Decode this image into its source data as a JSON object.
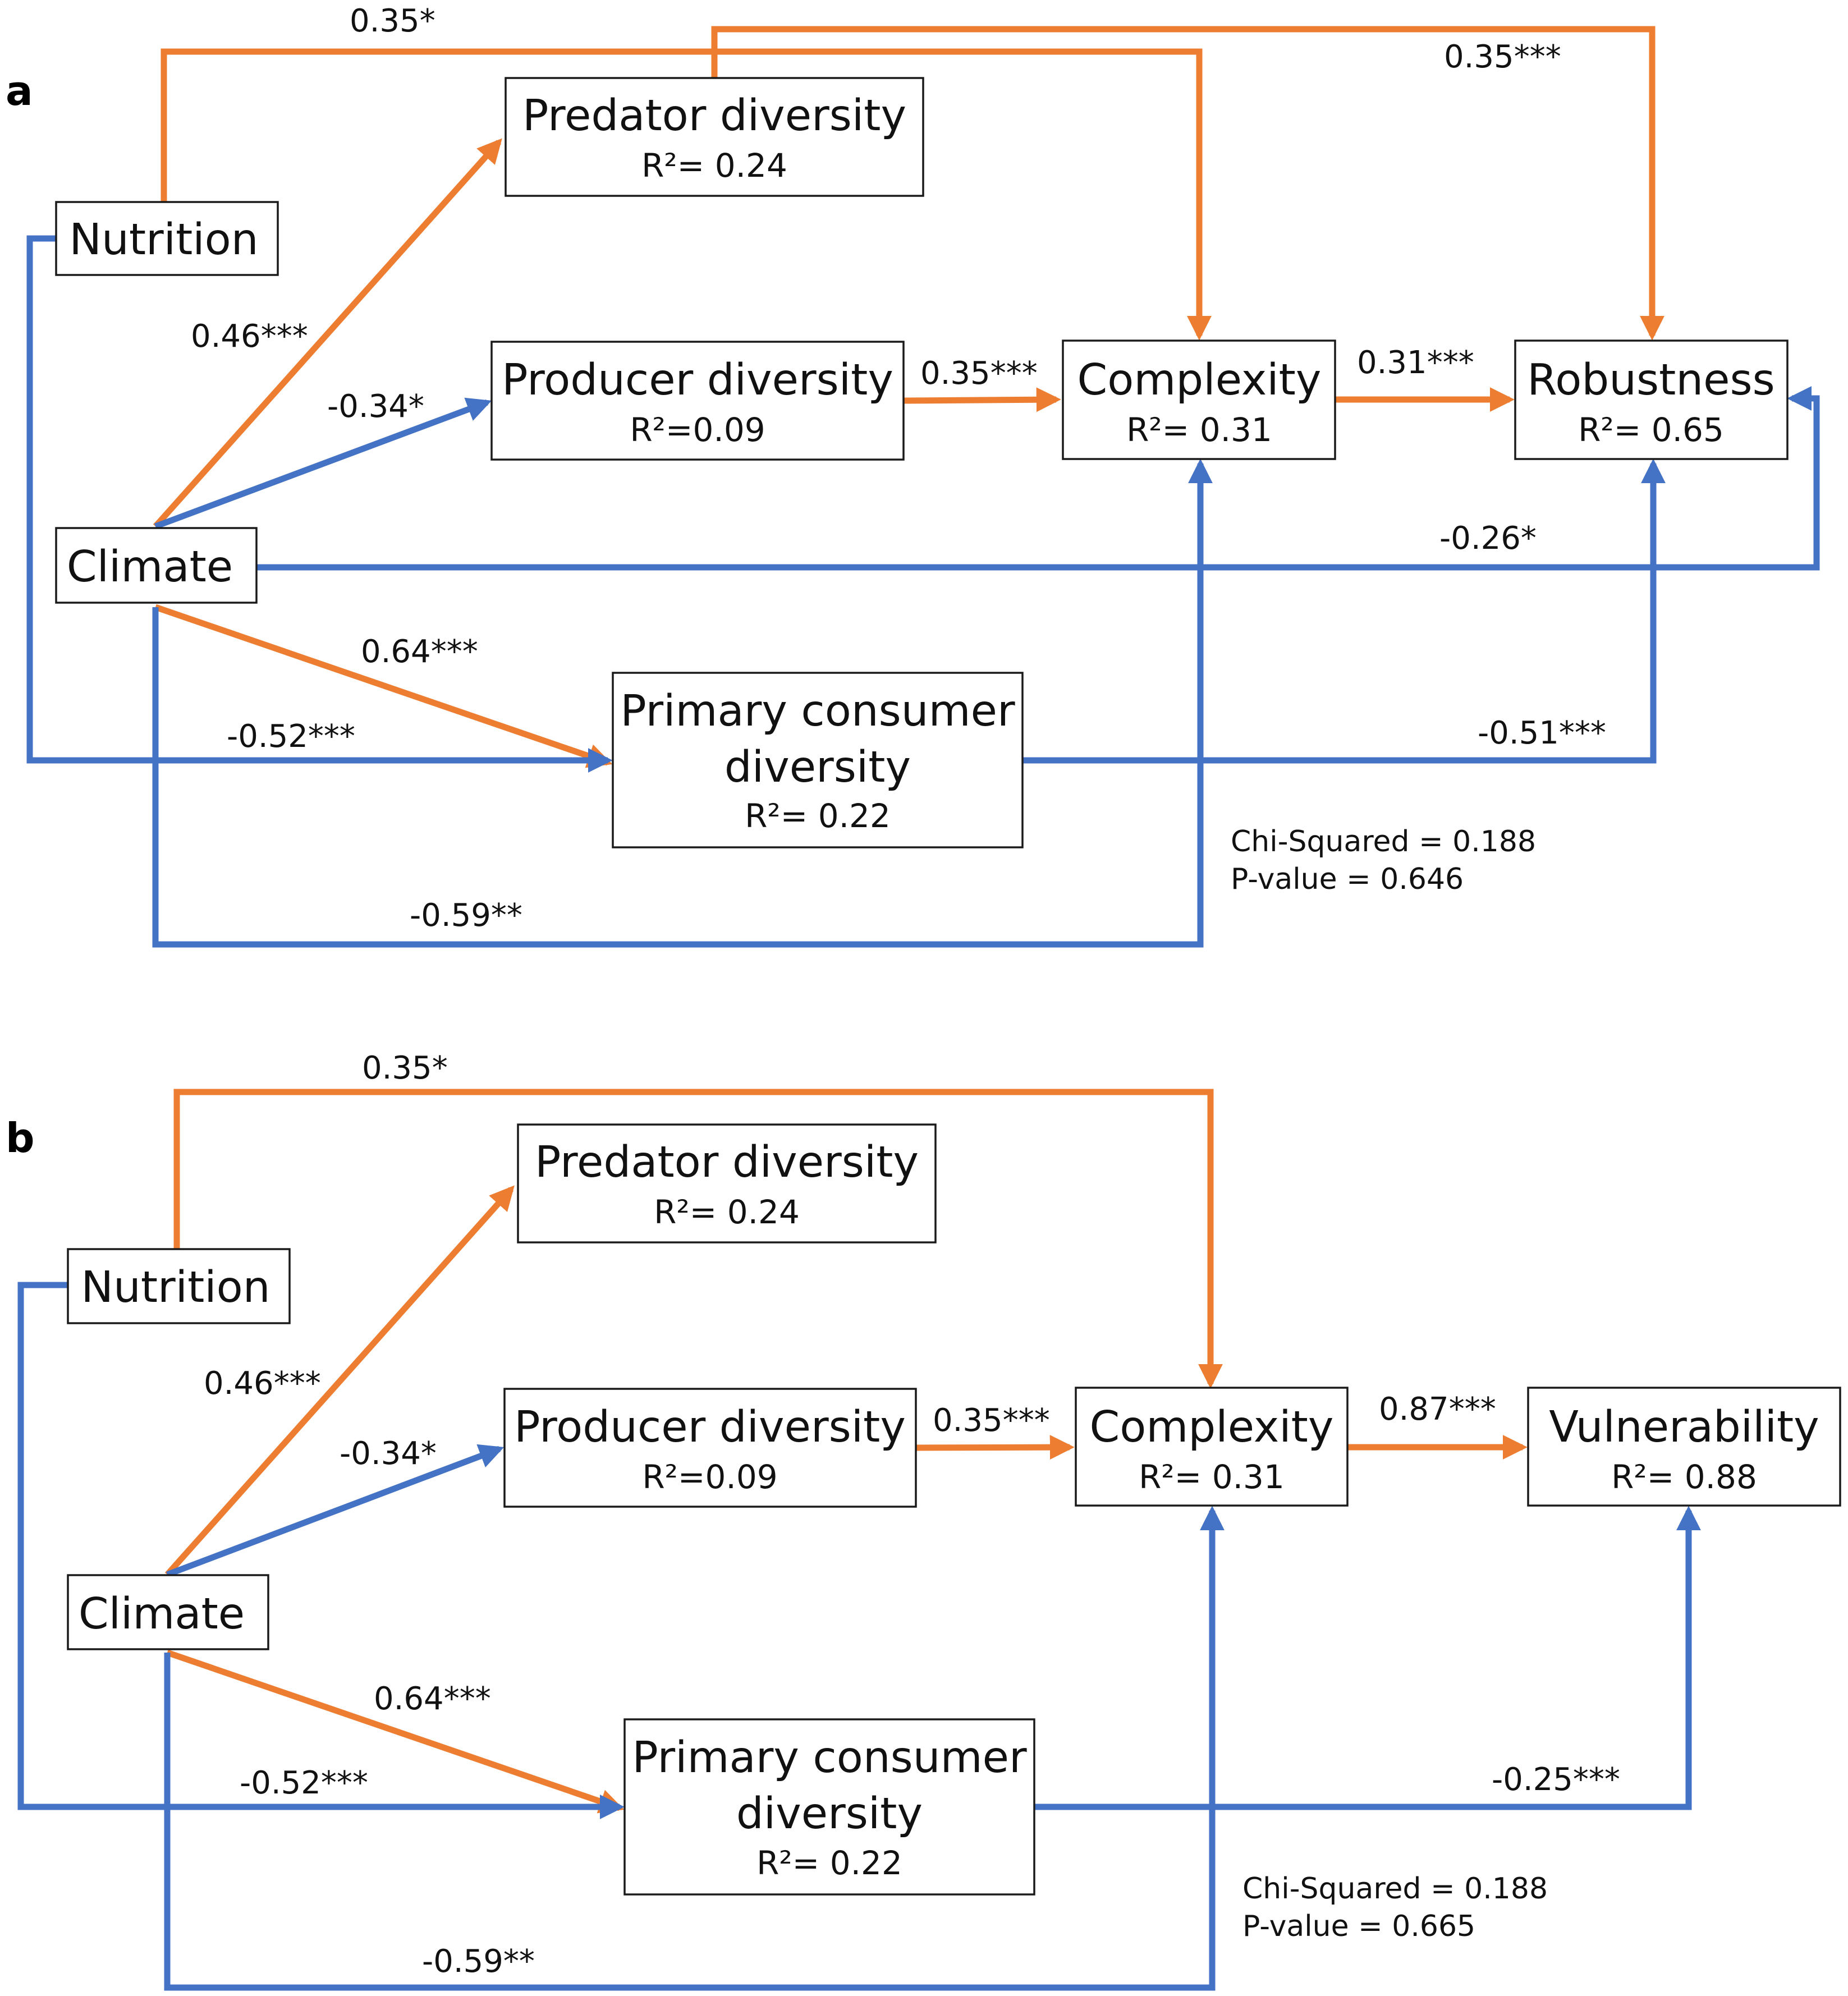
{
  "panel_a": {
    "label": "a",
    "nodes": {
      "nutrition": {
        "title": "Nutrition"
      },
      "climate": {
        "title": "Climate"
      },
      "predator": {
        "title": "Predator diversity",
        "r2": "R²= 0.24"
      },
      "producer": {
        "title": "Producer diversity",
        "r2": "R²=0.09"
      },
      "primary": {
        "title_line1": "Primary consumer",
        "title_line2": "diversity",
        "r2": "R²= 0.22"
      },
      "complexity": {
        "title": "Complexity",
        "r2": "R²= 0.31"
      },
      "outcome": {
        "title": "Robustness",
        "r2": "R²= 0.65"
      }
    },
    "coefficients": {
      "nutrition_complexity": "0.35*",
      "predator_robustness": "0.35***",
      "climate_predator": "0.46***",
      "climate_producer": "-0.34*",
      "producer_complexity": "0.35***",
      "complexity_outcome": "0.31***",
      "climate_robustness": "-0.26*",
      "climate_primary": "0.64***",
      "nutrition_primary": "-0.52***",
      "primary_outcome": "-0.51***",
      "climate_complexity": "-0.59**"
    },
    "stats": {
      "chi": "Chi-Squared = 0.188",
      "p": "P-value = 0.646"
    }
  },
  "panel_b": {
    "label": "b",
    "nodes": {
      "nutrition": {
        "title": "Nutrition"
      },
      "climate": {
        "title": "Climate"
      },
      "predator": {
        "title": "Predator diversity",
        "r2": "R²= 0.24"
      },
      "producer": {
        "title": "Producer diversity",
        "r2": "R²=0.09"
      },
      "primary": {
        "title_line1": "Primary consumer",
        "title_line2": "diversity",
        "r2": "R²= 0.22"
      },
      "complexity": {
        "title": "Complexity",
        "r2": "R²= 0.31"
      },
      "outcome": {
        "title": "Vulnerability",
        "r2": "R²= 0.88"
      }
    },
    "coefficients": {
      "nutrition_complexity": "0.35*",
      "climate_predator": "0.46***",
      "climate_producer": "-0.34*",
      "producer_complexity": "0.35***",
      "complexity_outcome": "0.87***",
      "climate_primary": "0.64***",
      "nutrition_primary": "-0.52***",
      "primary_outcome": "-0.25***",
      "climate_complexity": "-0.59**"
    },
    "stats": {
      "chi": "Chi-Squared = 0.188",
      "p": "P-value = 0.665"
    }
  },
  "colors": {
    "positive": "#ED7D31",
    "negative": "#4472C4",
    "box_border": "#1a1a1a"
  }
}
